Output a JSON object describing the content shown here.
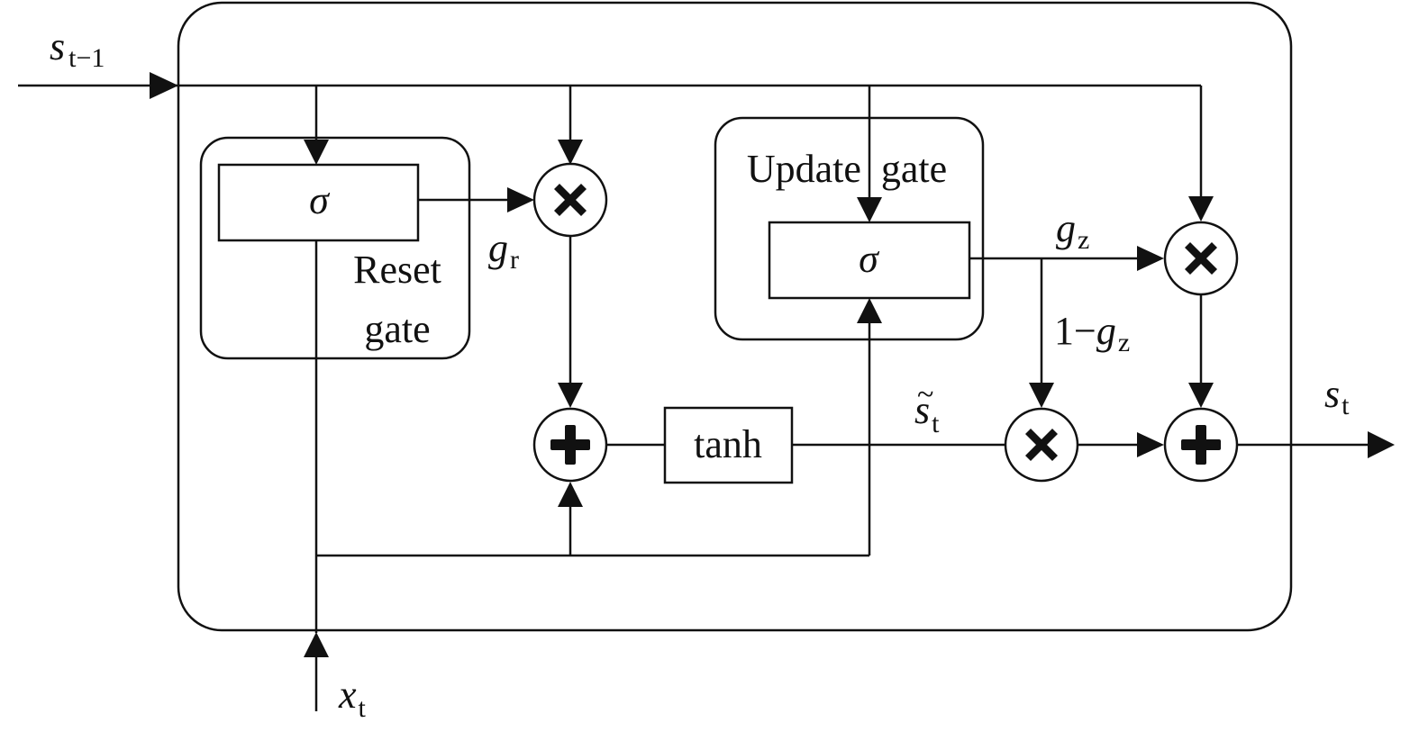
{
  "diagram": {
    "inputs": {
      "prev_state": {
        "base": "s",
        "sub": "t−1"
      },
      "input": {
        "base": "x",
        "sub": "t"
      }
    },
    "output": {
      "base": "s",
      "sub": "t"
    },
    "reset_gate": {
      "label_line1": "Reset",
      "label_line2": "gate",
      "activation": "σ"
    },
    "update_gate": {
      "label": "Update  gate",
      "activation": "σ"
    },
    "candidate_activation": "tanh",
    "signals": {
      "reset_signal": {
        "base": "g",
        "sub": "r"
      },
      "update_signal": {
        "base": "g",
        "sub": "z"
      },
      "complement": {
        "prefix": "1−",
        "base": "g",
        "sub": "z"
      },
      "candidate": {
        "base": "s",
        "tilde": "~",
        "sub": "t"
      }
    },
    "operators": {
      "multiply": "multiply-icon",
      "add": "add-icon"
    },
    "colors": {
      "ink": "#111111",
      "background": "#ffffff"
    }
  }
}
